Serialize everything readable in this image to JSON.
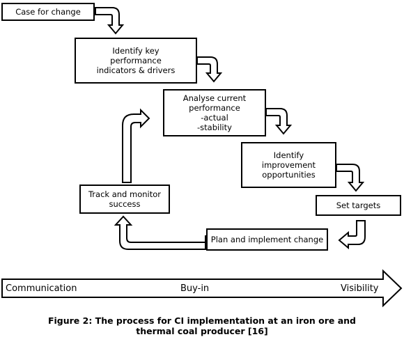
{
  "diagram": {
    "steps": [
      "Case for change",
      "Identify key\nperformance\nindicators & drivers",
      "Analyse current\nperformance\n-actual\n-stability",
      "Identify\nimprovement\nopportunities",
      "Set targets",
      "Plan and implement change",
      "Track and monitor\nsuccess"
    ],
    "progression": {
      "left": "Communication",
      "middle": "Buy-in",
      "right": "Visibility"
    }
  },
  "caption": {
    "line1": "Figure 2: The process for CI implementation at an iron ore and",
    "line2": "thermal coal producer [16]"
  }
}
